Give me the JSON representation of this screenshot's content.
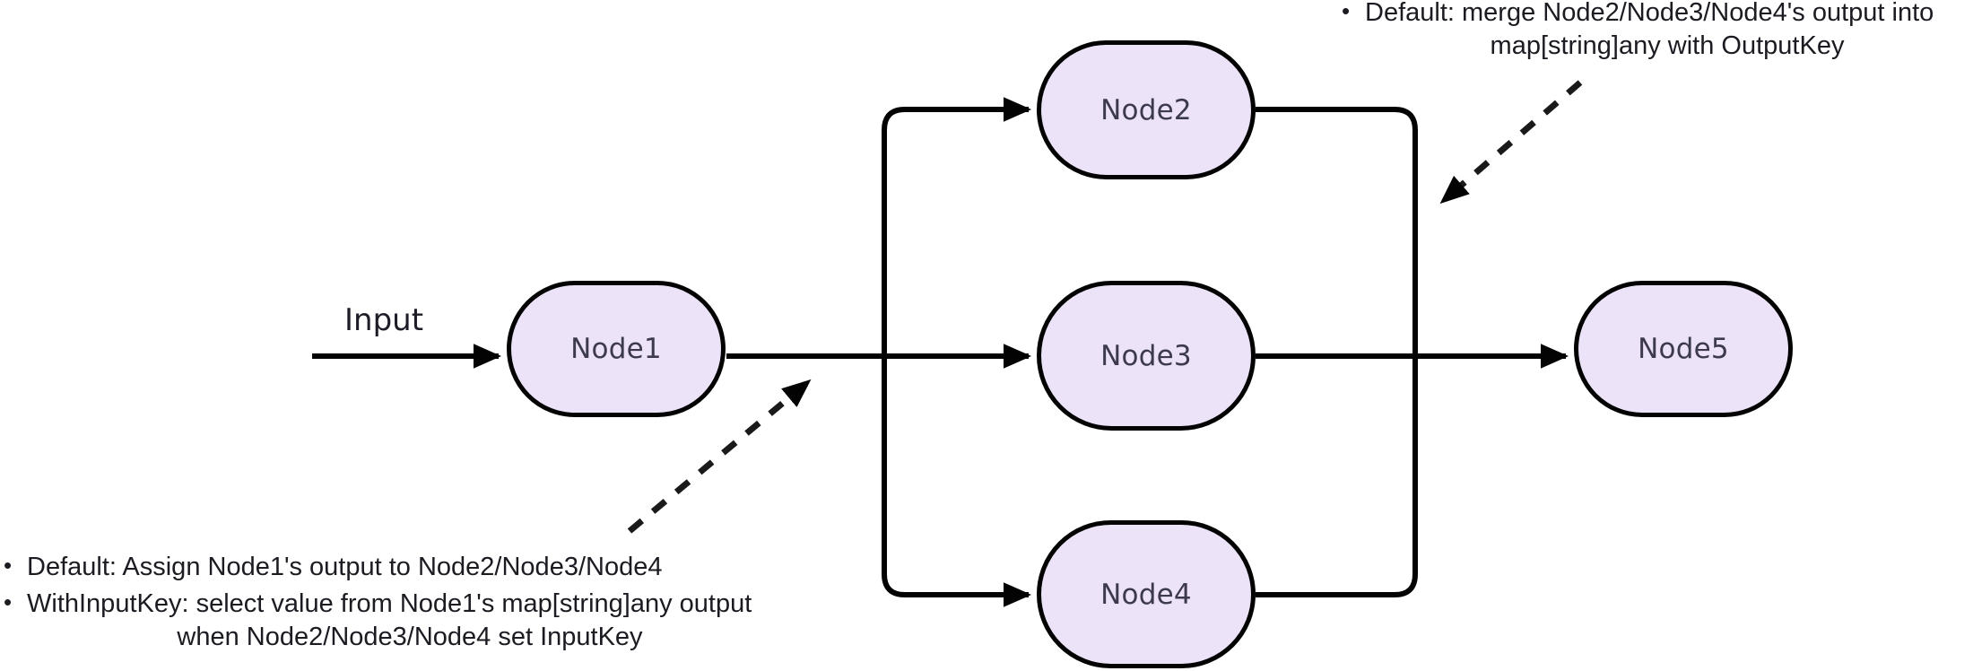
{
  "diagram": {
    "title": "Eino graph node fan-out / fan-in data flow",
    "background_color": "#ffffff",
    "node_fill_color": "#ece3f9",
    "node_stroke_color": "#030303",
    "edge_color": "#030303",
    "annotation_color": "#1c1b22"
  },
  "labels": {
    "input": "Input"
  },
  "nodes": [
    {
      "id": "node1",
      "label": "Node1"
    },
    {
      "id": "node2",
      "label": "Node2"
    },
    {
      "id": "node3",
      "label": "Node3"
    },
    {
      "id": "node4",
      "label": "Node4"
    },
    {
      "id": "node5",
      "label": "Node5"
    }
  ],
  "notes": {
    "top_right": {
      "bullet": "•",
      "line1": "Default: merge Node2/Node3/Node4's output into",
      "line2": "map[string]any with OutputKey"
    },
    "bottom_left": {
      "item1": {
        "bullet": "•",
        "line1": "Default: Assign Node1's output to Node2/Node3/Node4"
      },
      "item2": {
        "bullet": "•",
        "line1": "WithInputKey: select value from Node1's map[string]any output",
        "line2": "when Node2/Node3/Node4 set InputKey"
      }
    }
  }
}
